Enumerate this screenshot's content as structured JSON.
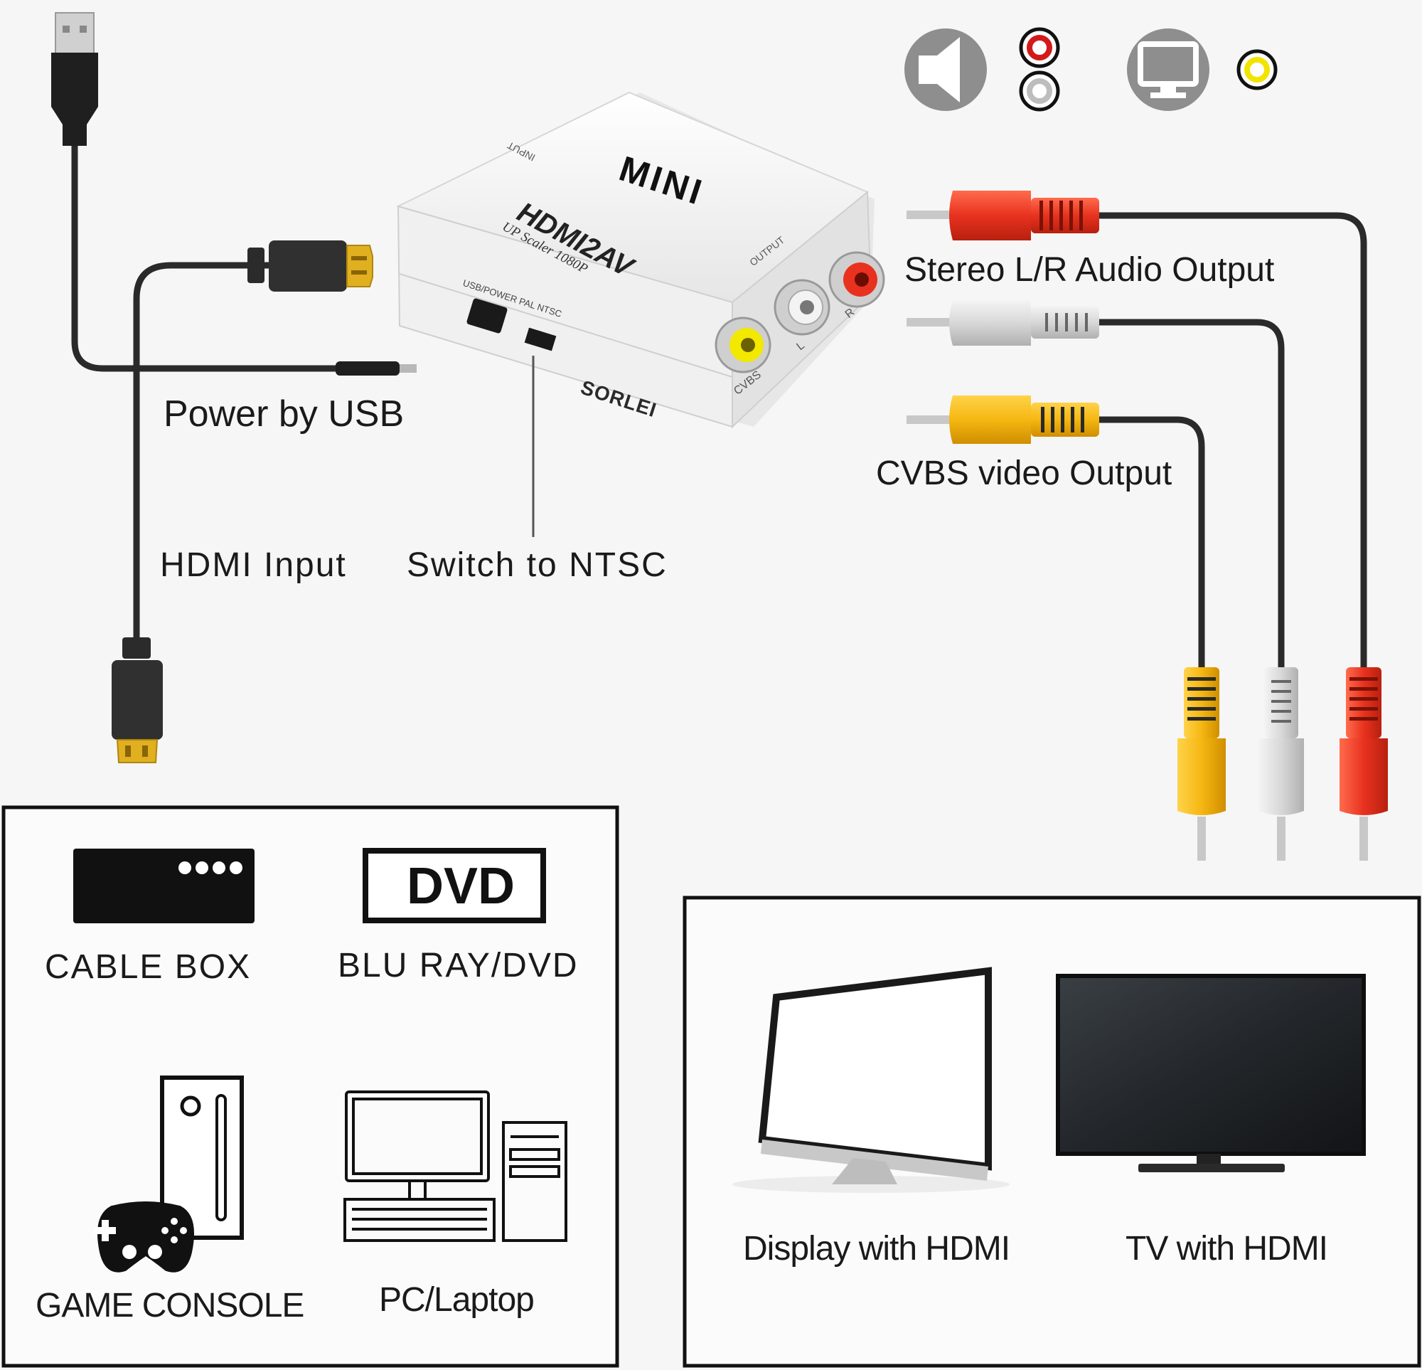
{
  "labels": {
    "power": "Power by USB",
    "hdmi_input": "HDMI Input",
    "switch": "Switch to NTSC",
    "stereo": "Stereo L/R Audio Output",
    "cvbs": "CVBS video Output"
  },
  "device": {
    "brand_top": "MINI",
    "model": "HDMI2AV",
    "subtitle": "UP Scaler 1080P",
    "input_label": "INPUT",
    "output_label": "OUTPUT",
    "ports_label": "USB/POWER PAL NTSC",
    "manufacturer": "SORLEI",
    "port_r": "R",
    "port_l": "L",
    "port_cvbs": "CVBS"
  },
  "sources": {
    "cable_box": "CABLE BOX",
    "dvd_badge": "DVD",
    "bluray": "BLU RAY/DVD",
    "game": "GAME CONSOLE",
    "pc": "PC/Laptop"
  },
  "outputs": {
    "display": "Display with HDMI",
    "tv": "TV with HDMI"
  },
  "icons": [
    "speaker-icon",
    "monitor-icon",
    "usb-plug-icon",
    "hdmi-plug-icon",
    "rca-plug-icon",
    "gamepad-icon"
  ],
  "colors": {
    "rca_red": "#e8321f",
    "rca_white": "#d8d8d8",
    "rca_yellow": "#f5b712",
    "gold": "#e0b020",
    "cable": "#2a2a2a"
  }
}
